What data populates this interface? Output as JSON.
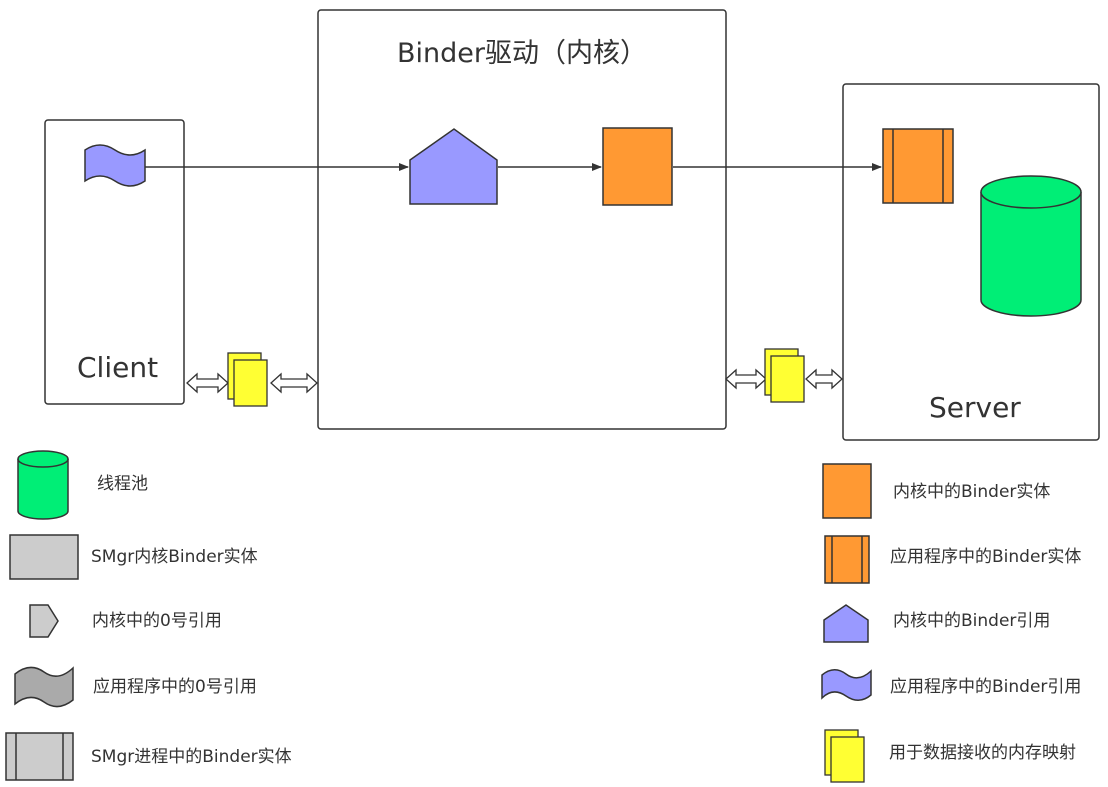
{
  "boxes": {
    "kernel_title": "Binder驱动（内核）",
    "client_label": "Client",
    "server_label": "Server"
  },
  "legend": {
    "thread_pool": "线程池",
    "smgr_kernel_entity": "SMgr内核Binder实体",
    "kernel_ref_0": "内核中的0号引用",
    "app_ref_0": "应用程序中的0号引用",
    "smgr_process_entity": "SMgr进程中的Binder实体",
    "kernel_binder_entity": "内核中的Binder实体",
    "app_binder_entity": "应用程序中的Binder实体",
    "kernel_binder_ref": "内核中的Binder引用",
    "app_binder_ref": "应用程序中的Binder引用",
    "memory_mapping": "用于数据接收的内存映射"
  },
  "colors": {
    "purple": "#9999ff",
    "orange": "#ff9933",
    "green": "#00ee76",
    "yellow": "#ffff33",
    "gray": "#cccccc",
    "stroke": "#333333"
  }
}
